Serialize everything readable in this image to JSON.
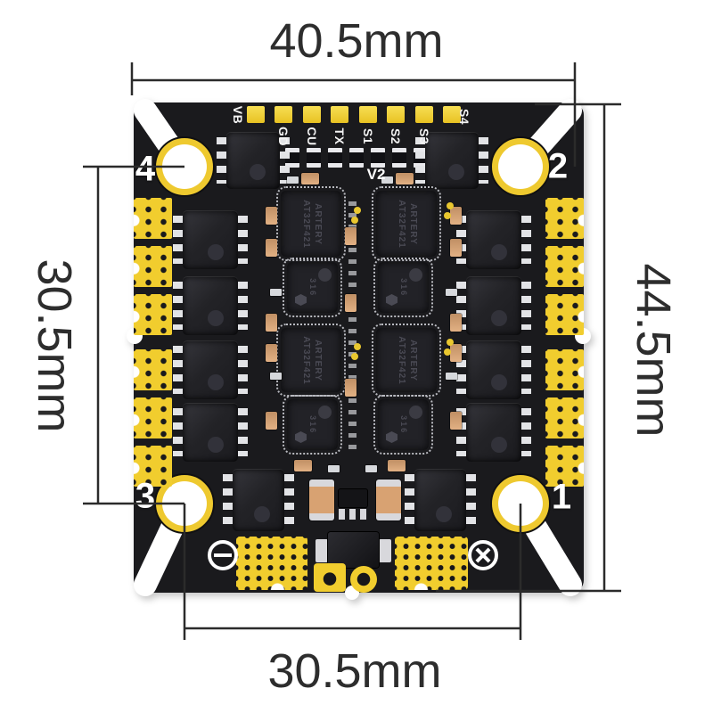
{
  "dimensions": {
    "top": "40.5mm",
    "right": "44.5mm",
    "left": "30.5mm",
    "bottom": "30.5mm"
  },
  "board": {
    "corner_numbers": {
      "top_left": "4",
      "top_right": "2",
      "bottom_left": "3",
      "bottom_right": "1"
    },
    "top_pins": [
      "VB",
      "GD",
      "CU",
      "TX",
      "S1",
      "S2",
      "S3",
      "S4"
    ],
    "version_label": "V2",
    "mcu_brand": "ARTERY",
    "mcu_part": "AT32F421",
    "driver_mark": "316",
    "polarity_negative": "−",
    "polarity_positive": "+"
  },
  "icons": {
    "negative_terminal": "minus-circle",
    "positive_terminal": "cross-circle",
    "driver_logo": "hexagon"
  },
  "colors": {
    "background": "#ffffff",
    "board_black": "#1a1a1d",
    "pad_yellow": "#f1cd2e",
    "dimension_line": "#2b2b2b",
    "capacitor_tan": "#d8a272",
    "silver": "#d6d8dc"
  }
}
